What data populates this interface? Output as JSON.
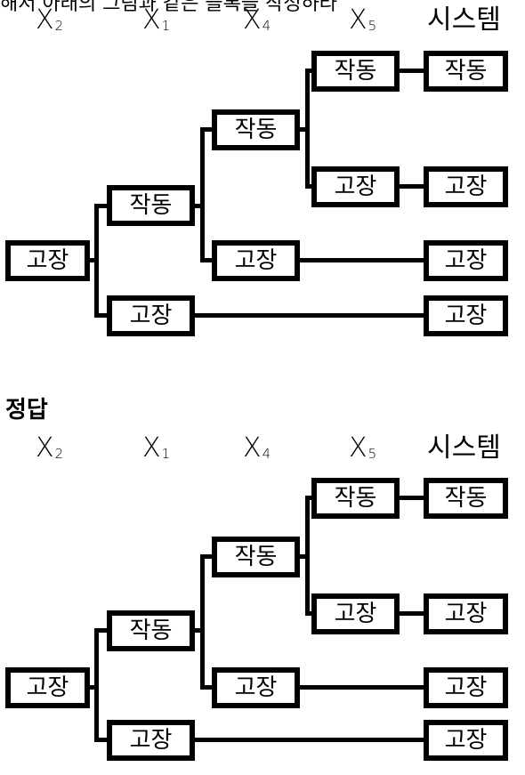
{
  "top_cut_text": "해서 아래의 그림과 같은 블록을 작성하라",
  "answer_label": "정답",
  "columns": [
    {
      "var": "X",
      "sub": "2"
    },
    {
      "var": "X",
      "sub": "1"
    },
    {
      "var": "X",
      "sub": "4"
    },
    {
      "var": "X",
      "sub": "5"
    },
    {
      "var": "시스템",
      "sub": ""
    }
  ],
  "diagrams": [
    {
      "x2": "고장",
      "x1": [
        "작동",
        "고장"
      ],
      "x4": [
        "작동",
        "고장"
      ],
      "x5": [
        "작동",
        "고장"
      ],
      "system": [
        "작동",
        "고장",
        "고장",
        "고장"
      ]
    },
    {
      "x2": "고장",
      "x1": [
        "작동",
        "고장"
      ],
      "x4": [
        "작동",
        "고장"
      ],
      "x5": [
        "작동",
        "고장"
      ],
      "system": [
        "작동",
        "고장",
        "고장",
        "고장"
      ]
    }
  ]
}
